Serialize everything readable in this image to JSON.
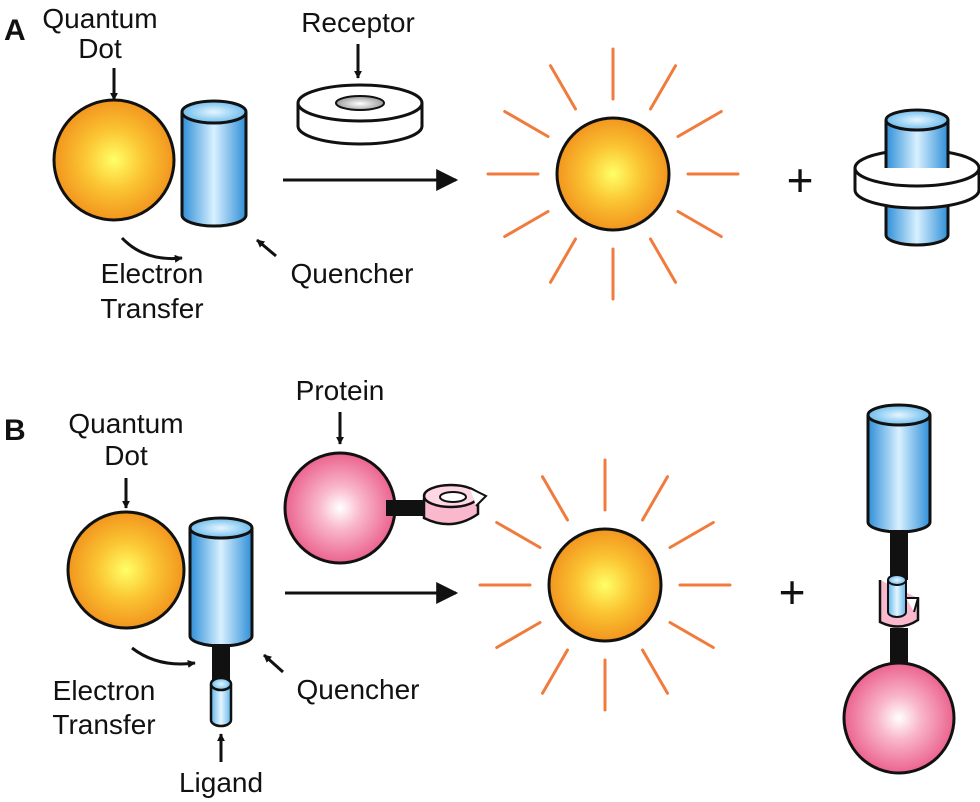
{
  "panel_a": {
    "letter": "A",
    "quantum_dot_line1": "Quantum",
    "quantum_dot_line2": "Dot",
    "receptor": "Receptor",
    "electron_line1": "Electron",
    "electron_line2": "Transfer",
    "quencher": "Quencher",
    "plus": "+"
  },
  "panel_b": {
    "letter": "B",
    "quantum_dot_line1": "Quantum",
    "quantum_dot_line2": "Dot",
    "protein": "Protein",
    "electron_line1": "Electron",
    "electron_line2": "Transfer",
    "quencher": "Quencher",
    "ligand": "Ligand",
    "plus": "+"
  },
  "colors": {
    "quantum_dot": "#f7a21b",
    "quencher": "#3a9fe0",
    "protein": "#ee6f95",
    "emission_rays": "#f07b3c",
    "receptor": "#ffffff"
  }
}
